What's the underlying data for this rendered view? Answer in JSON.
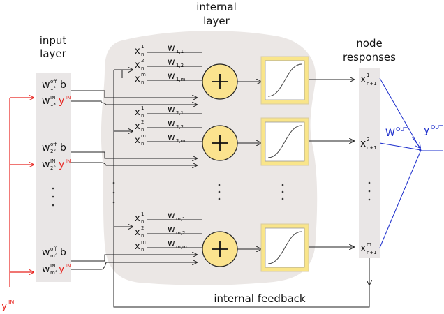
{
  "labels": {
    "internal_layer_1": "internal",
    "internal_layer_2": "layer",
    "input_layer_1": "input",
    "input_layer_2": "layer",
    "node_responses_1": "node",
    "node_responses_2": "responses",
    "internal_feedback": "internal feedback"
  },
  "input_rows": [
    {
      "w": "w",
      "sup": "off",
      "sub": "1°",
      "term": "b"
    },
    {
      "w": "w",
      "sup": "IN",
      "sub": "1*",
      "term": "y",
      "term_sup": "IN"
    },
    {
      "w": "w",
      "sup": "off",
      "sub": "2°",
      "term": "b"
    },
    {
      "w": "w",
      "sup": "IN",
      "sub": "2°",
      "term": "y",
      "term_sup": "IN"
    },
    {
      "w": "w",
      "sup": "off",
      "sub": "m°",
      "term": "b"
    },
    {
      "w": "w",
      "sup": "IN",
      "sub": "m°",
      "term": "y",
      "term_sup": "IN"
    }
  ],
  "units": [
    {
      "x": [
        "x",
        "x",
        "x"
      ],
      "x_sup": [
        "1",
        "2",
        "m"
      ],
      "x_sub": "n",
      "w": [
        "w",
        "w",
        "w"
      ],
      "w_sub": [
        "1,1",
        "1,2",
        "1,m"
      ]
    },
    {
      "x": [
        "x",
        "x",
        "x"
      ],
      "x_sup": [
        "1",
        "2",
        "m"
      ],
      "x_sub": "n",
      "w": [
        "w",
        "w",
        "w"
      ],
      "w_sub": [
        "2,1",
        "2,2",
        "2,m"
      ]
    },
    {
      "x": [
        "x",
        "x",
        "x"
      ],
      "x_sup": [
        "1",
        "2",
        "m"
      ],
      "x_sub": "n",
      "w": [
        "w",
        "w",
        "w"
      ],
      "w_sub": [
        "m,1",
        "m,2",
        "m,m"
      ]
    }
  ],
  "responses": [
    {
      "x": "x",
      "sup": "1",
      "sub": "n+1"
    },
    {
      "x": "x",
      "sup": "2",
      "sub": "n+1"
    },
    {
      "x": "x",
      "sup": "m",
      "sub": "n+1"
    }
  ],
  "output": {
    "w": "W",
    "w_sup": "OUT",
    "y": "y",
    "y_sup": "OUT"
  },
  "input_signal": {
    "y": "y",
    "sup": "IN"
  },
  "colors": {
    "red": "#e8231e",
    "blue": "#1a2ccc",
    "blob": "#ebe7e5",
    "panel": "#e9e6e6",
    "sum_fill": "#fbe38e",
    "sigmoid_frame": "#f9e58a"
  }
}
